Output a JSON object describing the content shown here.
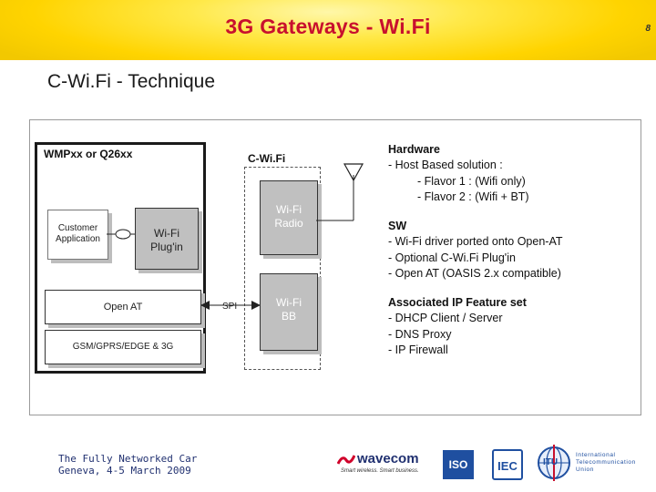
{
  "header": {
    "title": "3G Gateways - Wi.Fi",
    "page_number": "8"
  },
  "subtitle": "C-Wi.Fi - Technique",
  "diagram": {
    "module_title": "WMPxx or Q26xx",
    "customer_app": [
      "Customer",
      "Application"
    ],
    "plugin": [
      "Wi-Fi",
      "Plug'in"
    ],
    "open_at": "Open AT",
    "gsm": "GSM/GPRS/EDGE & 3G",
    "spi": "SPI",
    "cwifi_title": "C-Wi.Fi",
    "radio": [
      "Wi-Fi",
      "Radio"
    ],
    "bb": [
      "Wi-Fi",
      "BB"
    ]
  },
  "hardware": {
    "title": "Hardware",
    "lines": [
      "- Host Based solution :",
      "- Flavor 1 : (Wifi only)",
      "- Flavor 2 : (Wifi + BT)"
    ]
  },
  "sw": {
    "title": "SW",
    "lines": [
      "- Wi-Fi driver ported onto Open-AT",
      "- Optional C-Wi.Fi Plug'in",
      "- Open AT (OASIS 2.x compatible)"
    ]
  },
  "ip": {
    "title": "Associated IP Feature set",
    "lines": [
      "- DHCP Client / Server",
      "- DNS Proxy",
      "- IP Firewall"
    ]
  },
  "footer": {
    "line1": "The Fully Networked Car",
    "line2": "Geneva, 4-5 March 2009",
    "wavecom": "wavecom",
    "wavecom_tag": "Smart wireless. Smart business.",
    "iso": "ISO",
    "iec": "IEC",
    "itu": "ITU",
    "itu_text": [
      "International",
      "Telecommunication",
      "Union"
    ]
  },
  "colors": {
    "title_red": "#c8102e",
    "header_yellow": "#ffd400",
    "footer_blue": "#203070"
  }
}
